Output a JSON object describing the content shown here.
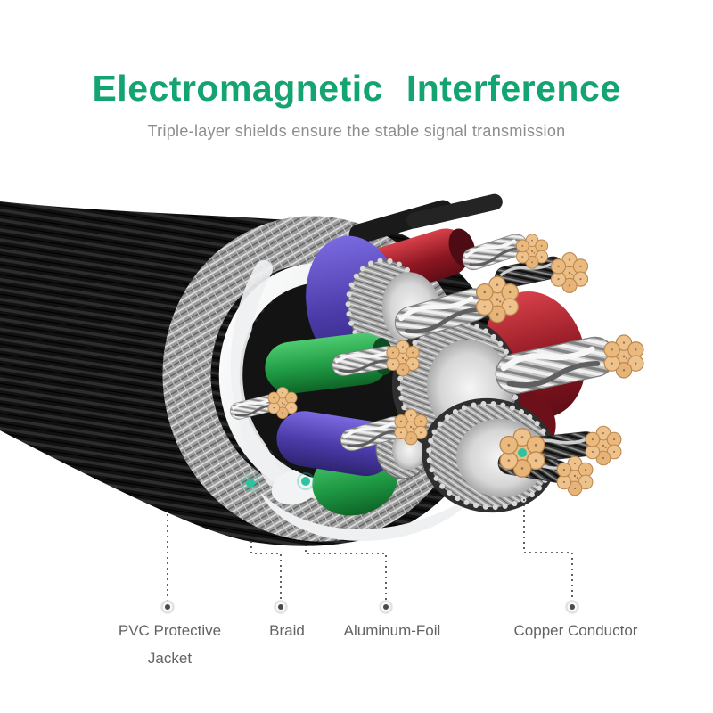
{
  "header": {
    "title": "Electromagnetic Interference",
    "subtitle": "Triple-layer shields ensure the stable signal transmission"
  },
  "callouts": [
    {
      "id": "pvc",
      "label": "PVC Protective Jacket"
    },
    {
      "id": "braid",
      "label": "Braid"
    },
    {
      "id": "aluminum_foil",
      "label": "Aluminum-Foil"
    },
    {
      "id": "copper_conductor",
      "label": "Copper Conductor"
    }
  ],
  "colors": {
    "title_green": "#13a471",
    "subtitle_gray": "#8d8d8d",
    "label_gray": "#636363",
    "leader_line": "#3c3c3c",
    "marker_teal": "#2bc3a0",
    "jacket_black": "#111111",
    "braid_silver": "#9b9b9b",
    "foil_white": "#eef0f1",
    "copper": "#ecbe86",
    "core_purple": "#4a3aa8",
    "core_green": "#1f9a44",
    "core_red": "#8e1722",
    "dielectric_white": "#e8e8e8"
  }
}
